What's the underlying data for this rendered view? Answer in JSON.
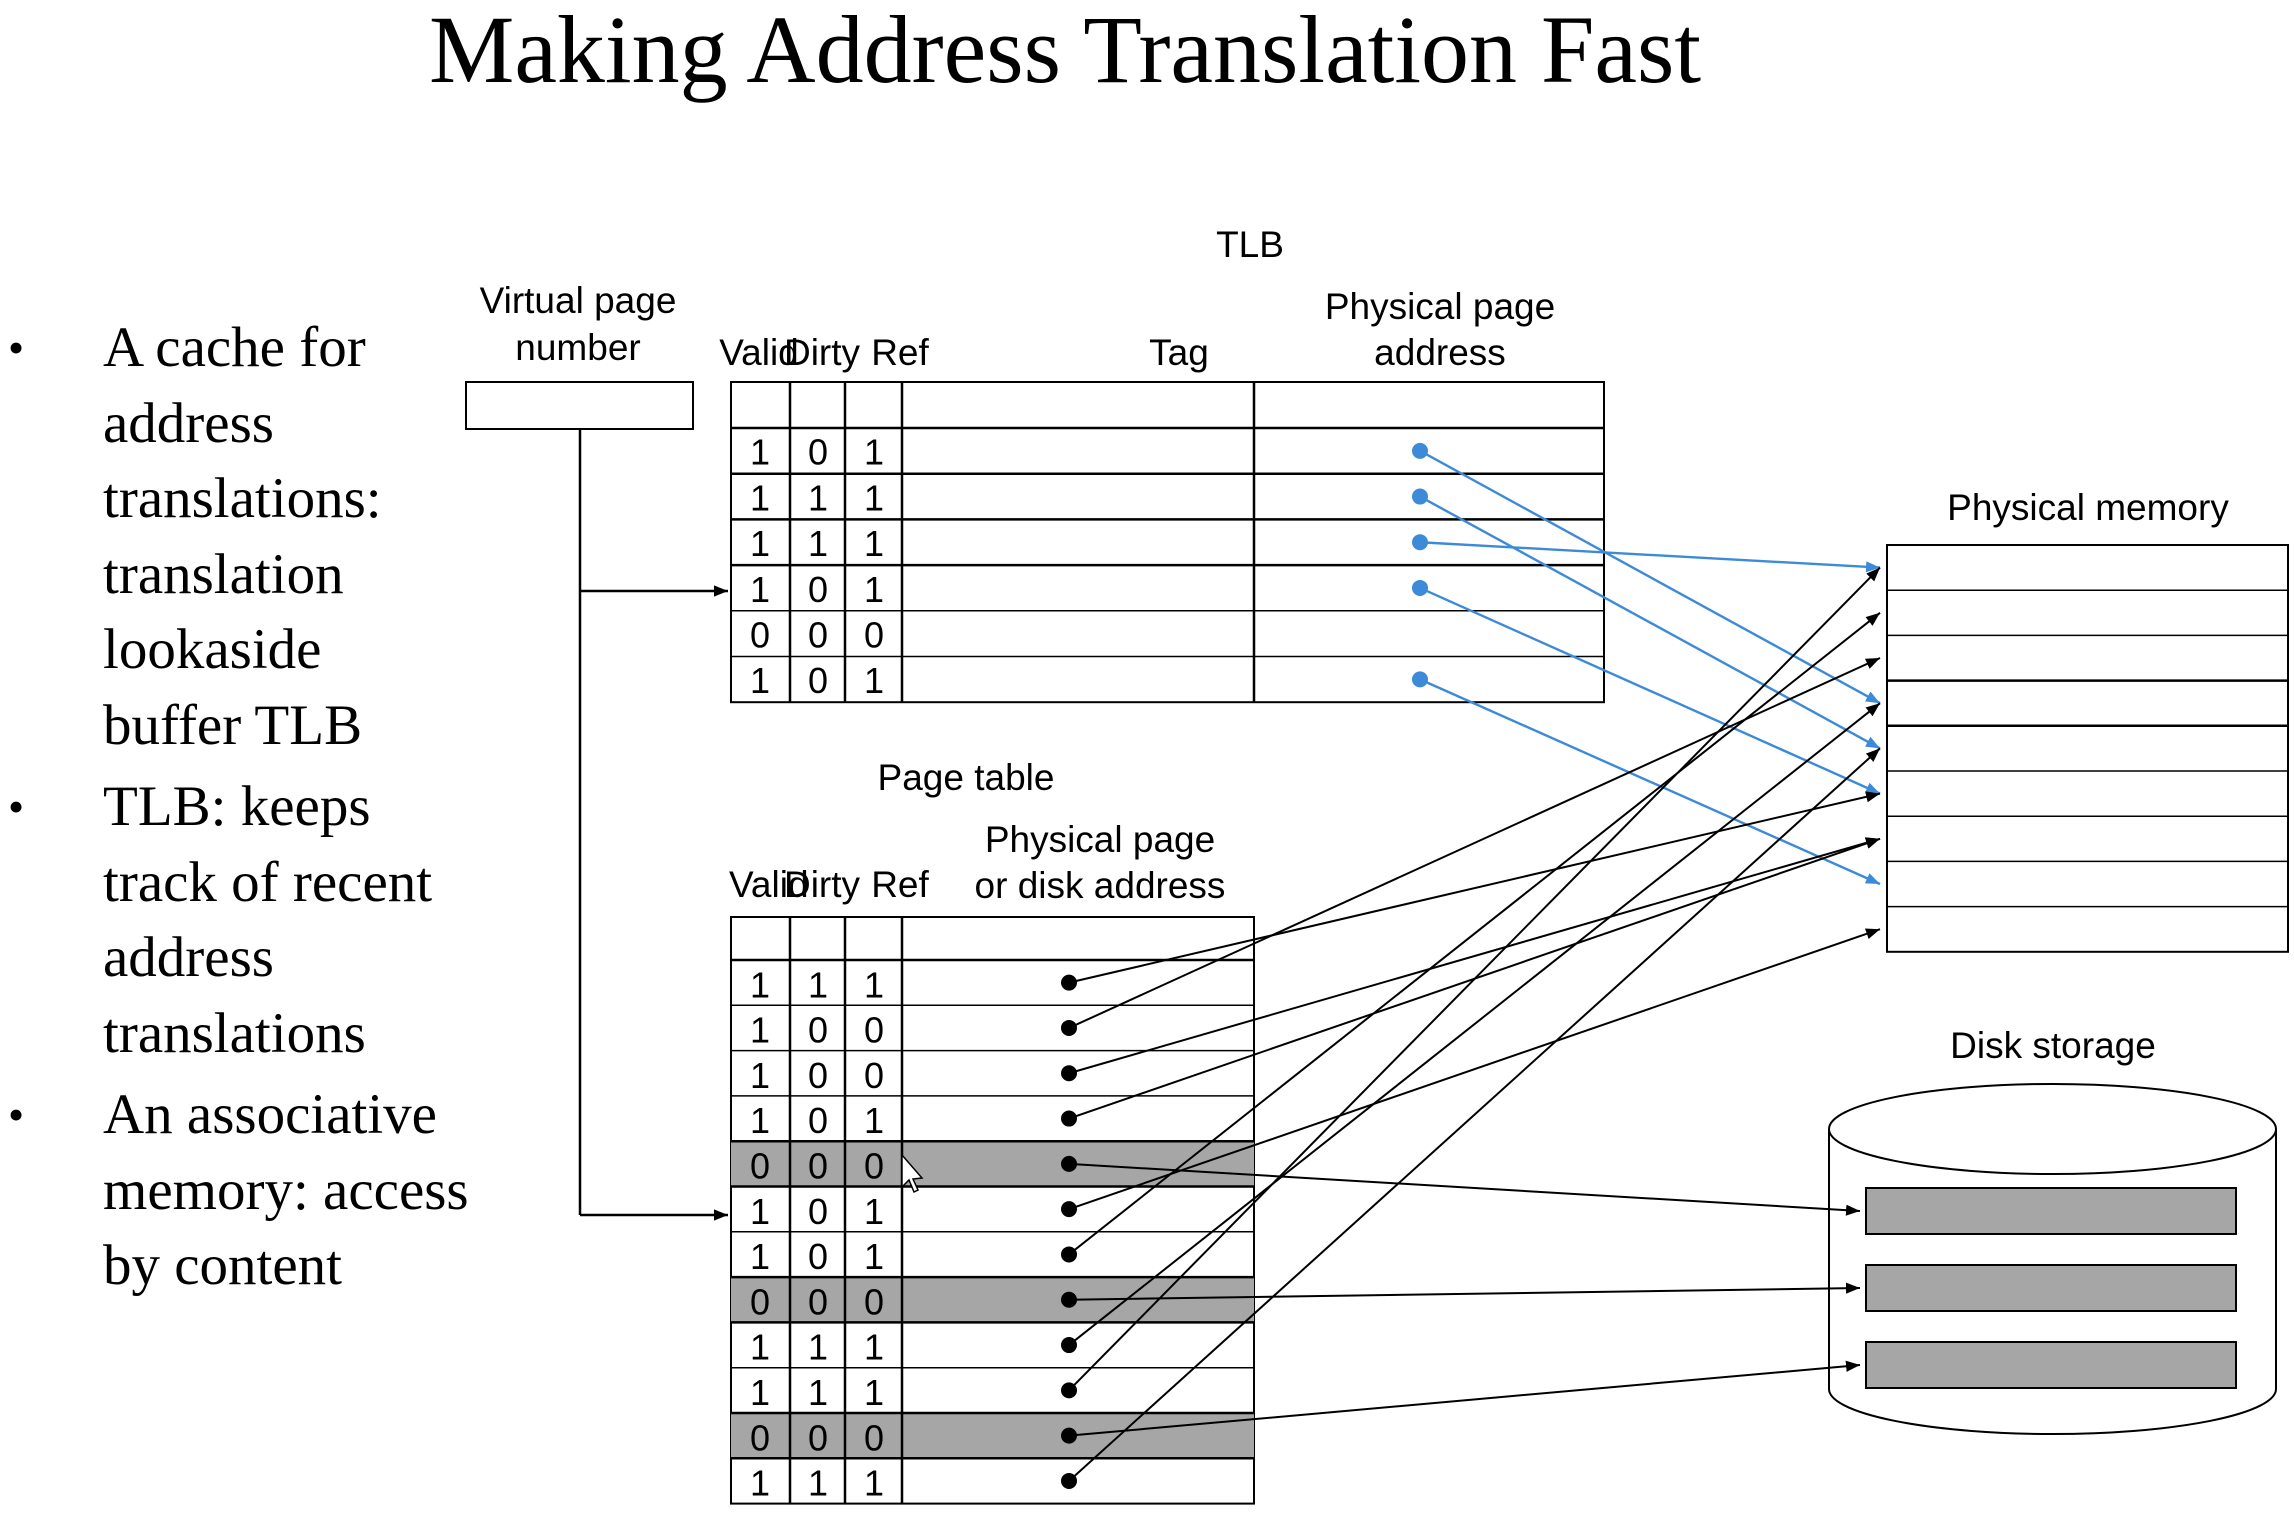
{
  "slide": {
    "title": "Making Address Translation Fast",
    "bullets": [
      "A cache for address translations: translation lookaside buffer TLB",
      "TLB: keeps track of recent address translations",
      "An associative memory: access by content"
    ]
  },
  "diagram": {
    "virtual_page_number_label": [
      "Virtual page",
      "number"
    ],
    "tlb": {
      "title": "TLB",
      "col_valid": "Valid",
      "col_dirty": "Dirty",
      "col_ref": "Ref",
      "col_tag": "Tag",
      "col_physical": [
        "Physical page",
        "address"
      ],
      "rows": [
        {
          "valid": "1",
          "dirty": "0",
          "ref": "1",
          "has_pointer": true
        },
        {
          "valid": "1",
          "dirty": "1",
          "ref": "1",
          "has_pointer": true
        },
        {
          "valid": "1",
          "dirty": "1",
          "ref": "1",
          "has_pointer": true
        },
        {
          "valid": "1",
          "dirty": "0",
          "ref": "1",
          "has_pointer": true
        },
        {
          "valid": "0",
          "dirty": "0",
          "ref": "0",
          "has_pointer": false
        },
        {
          "valid": "1",
          "dirty": "0",
          "ref": "1",
          "has_pointer": true
        }
      ]
    },
    "page_table": {
      "title": "Page table",
      "col_valid": "Valid",
      "col_dirty": "Dirty",
      "col_ref": "Ref",
      "col_physical": [
        "Physical page",
        "or disk address"
      ],
      "rows": [
        {
          "valid": "1",
          "dirty": "1",
          "ref": "1",
          "shaded": false
        },
        {
          "valid": "1",
          "dirty": "0",
          "ref": "0",
          "shaded": false
        },
        {
          "valid": "1",
          "dirty": "0",
          "ref": "0",
          "shaded": false
        },
        {
          "valid": "1",
          "dirty": "0",
          "ref": "1",
          "shaded": false
        },
        {
          "valid": "0",
          "dirty": "0",
          "ref": "0",
          "shaded": true
        },
        {
          "valid": "1",
          "dirty": "0",
          "ref": "1",
          "shaded": false
        },
        {
          "valid": "1",
          "dirty": "0",
          "ref": "1",
          "shaded": false
        },
        {
          "valid": "0",
          "dirty": "0",
          "ref": "0",
          "shaded": true
        },
        {
          "valid": "1",
          "dirty": "1",
          "ref": "1",
          "shaded": false
        },
        {
          "valid": "1",
          "dirty": "1",
          "ref": "1",
          "shaded": false
        },
        {
          "valid": "0",
          "dirty": "0",
          "ref": "0",
          "shaded": true
        },
        {
          "valid": "1",
          "dirty": "1",
          "ref": "1",
          "shaded": false
        }
      ]
    },
    "physical_memory": {
      "label": "Physical memory",
      "slots": 9
    },
    "disk_storage": {
      "label": "Disk storage",
      "blocks": 3
    },
    "links": {
      "tlb_to_memory": [
        [
          0,
          3
        ],
        [
          1,
          4
        ],
        [
          2,
          0
        ],
        [
          3,
          5
        ],
        [
          5,
          7
        ]
      ],
      "page_table_to_memory": [
        [
          0,
          5
        ],
        [
          1,
          2
        ],
        [
          2,
          6
        ],
        [
          3,
          6
        ],
        [
          5,
          8
        ],
        [
          6,
          1
        ],
        [
          8,
          3
        ],
        [
          9,
          0
        ],
        [
          11,
          4
        ]
      ],
      "page_table_to_disk": [
        [
          4,
          0
        ],
        [
          7,
          1
        ],
        [
          10,
          2
        ]
      ]
    }
  },
  "colors": {
    "tlb_link": "#3d8ad8",
    "page_table_link": "#000000",
    "shaded_row": "#a6a6a6",
    "disk_block": "#a6a6a6"
  }
}
